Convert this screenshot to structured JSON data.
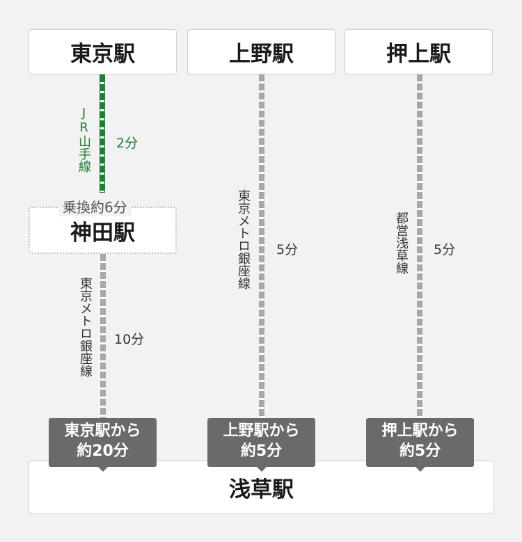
{
  "stations": {
    "tokyo": "東京駅",
    "ueno": "上野駅",
    "oshiage": "押上駅",
    "kanda": "神田駅",
    "asakusa": "浅草駅"
  },
  "routes": {
    "tokyo_kanda": {
      "line": "JR山手線",
      "time": "2分",
      "color": "#1f7d36"
    },
    "transfer": "乗換約6分",
    "kanda_asakusa": {
      "line": "東京メトロ銀座線",
      "time": "10分"
    },
    "ueno_asakusa": {
      "line": "東京メトロ銀座線",
      "time": "5分"
    },
    "oshiage_asakusa": {
      "line": "都営浅草線",
      "time": "5分"
    }
  },
  "callouts": {
    "tokyo": {
      "line1": "東京駅から",
      "line2": "約20分"
    },
    "ueno": {
      "line1": "上野駅から",
      "line2": "約5分"
    },
    "oshiage": {
      "line1": "押上駅から",
      "line2": "約5分"
    }
  },
  "colors": {
    "line_gray": "#a8a8a8",
    "callout_bg": "#6a6a6a",
    "jr_green": "#1f7d36"
  }
}
